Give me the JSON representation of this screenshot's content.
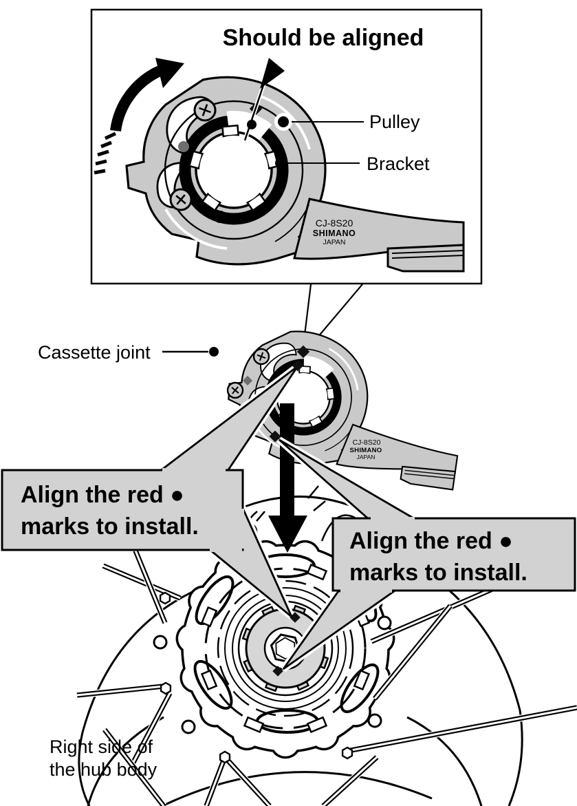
{
  "inset": {
    "title": "Should be aligned",
    "pulley_label": "Pulley",
    "bracket_label": "Bracket"
  },
  "device": {
    "model": "CJ-8S20",
    "brand": "SHIMANO",
    "country": "JAPAN"
  },
  "labels": {
    "cassette_joint": "Cassette joint",
    "hub_side_line1": "Right side of",
    "hub_side_line2": "the hub body"
  },
  "callouts": {
    "left": {
      "line1": "Align the red ●",
      "line2": "marks to install."
    },
    "right": {
      "line1": "Align the red ●",
      "line2": "marks to install."
    }
  },
  "colors": {
    "line": "#000000",
    "mechanism_gray": "#c9c9c9",
    "callout_gray": "#d2d2d2",
    "hub_gray": "#d6d6d6",
    "muted_gray": "#6e6e6e",
    "mark_dark": "#111111",
    "background": "#ffffff"
  }
}
